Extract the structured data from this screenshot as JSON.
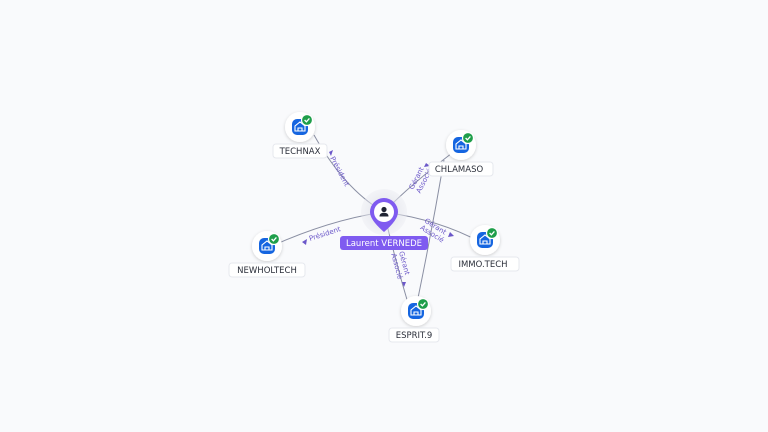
{
  "center": {
    "label": "Laurent VERNEDE",
    "icon": "person-icon",
    "color": "#7f5bf0"
  },
  "companies": [
    {
      "id": "technax",
      "label": "TECHNAX",
      "icon": "building-icon",
      "badge": "check-icon"
    },
    {
      "id": "chlamaso",
      "label": "CHLAMASO",
      "icon": "building-icon",
      "badge": "check-icon"
    },
    {
      "id": "newholtech",
      "label": "NEWHOLTECH",
      "icon": "building-icon",
      "badge": "check-icon"
    },
    {
      "id": "immotech",
      "label": "IMMO.TECH",
      "icon": "building-icon",
      "badge": "check-icon"
    },
    {
      "id": "esprit9",
      "label": "ESPRIT.9",
      "icon": "building-icon",
      "badge": "check-icon"
    }
  ],
  "relations": [
    {
      "to": "technax",
      "label": "Président"
    },
    {
      "to": "chlamaso",
      "label": "Gérant Associé"
    },
    {
      "to": "newholtech",
      "label": "Président"
    },
    {
      "to": "immotech",
      "label": "Gérant Associé"
    },
    {
      "to": "esprit9",
      "label": "Gérant Associé"
    }
  ],
  "colors": {
    "company_icon": "#1565e0",
    "check_badge": "#1e9e4a",
    "relation_text": "#6b57c9",
    "edge": "#8a8fa3"
  }
}
